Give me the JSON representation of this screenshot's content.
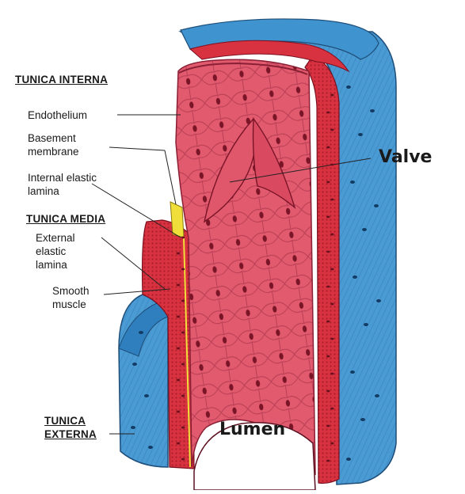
{
  "labels": {
    "tunica_interna": "TUNICA INTERNA",
    "endothelium": "Endothelium",
    "basement_membrane_1": "Basement",
    "basement_membrane_2": "membrane",
    "internal_elastic_lamina_1": "Internal elastic",
    "internal_elastic_lamina_2": "lamina",
    "tunica_media": "TUNICA MEDIA",
    "external_elastic_lamina_1": "External",
    "external_elastic_lamina_2": "elastic",
    "external_elastic_lamina_3": "lamina",
    "smooth_muscle_1": "Smooth",
    "smooth_muscle_2": "muscle",
    "tunica_externa_1": "TUNICA",
    "tunica_externa_2": "EXTERNA",
    "valve": "Valve",
    "lumen": "Lumen"
  },
  "colors": {
    "tunica_externa": "#3f93cf",
    "tunica_externa_dark": "#2a6fa6",
    "tunica_media": "#d8313f",
    "tunica_media_dark": "#a91f2b",
    "endothelium": "#e0566b",
    "endothelium_dark": "#b83a50",
    "basement_membrane": "#f0de3a",
    "nucleus": "#6b1020"
  }
}
